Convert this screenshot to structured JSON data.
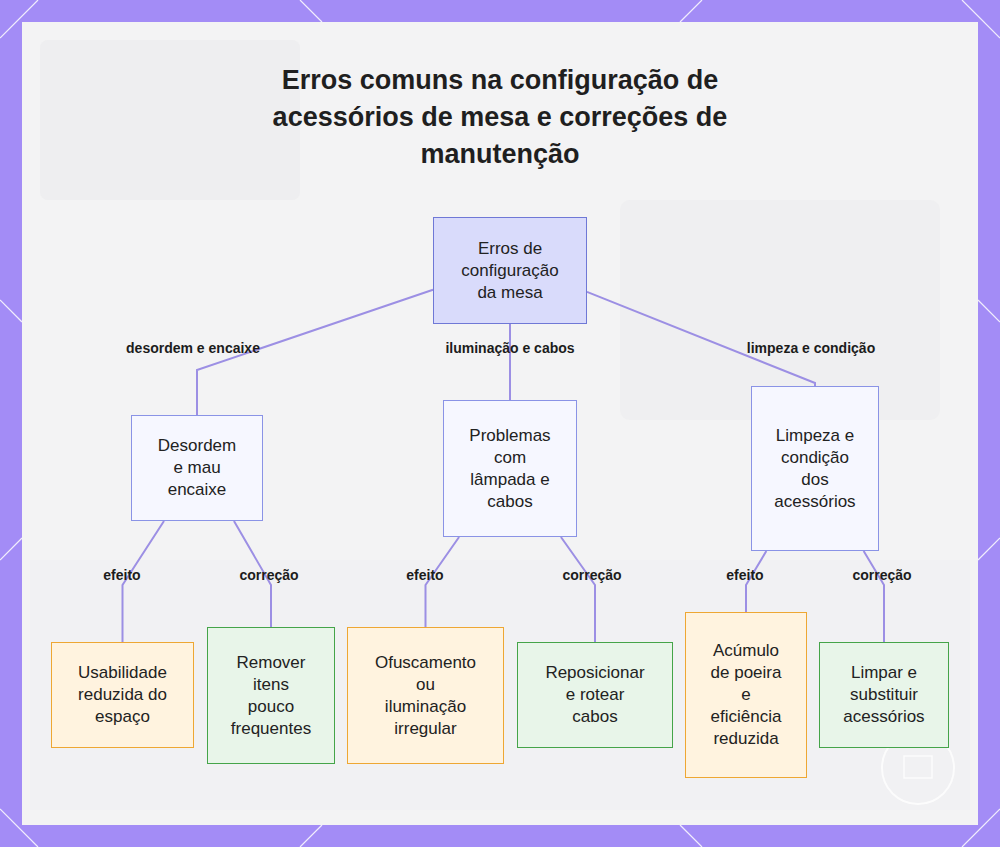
{
  "diagram": {
    "title": "Erros comuns na configuração de acessórios de mesa e correções de manutenção",
    "nodes": [
      {
        "text": [
          "Erros de configuração da mesa"
        ]
      },
      {
        "text": [
          "Desordem e mau encaixe"
        ]
      },
      {
        "text": [
          "Problemas com lâmpada e cabos"
        ]
      },
      {
        "text": [
          "Limpeza e condição dos acessórios"
        ]
      },
      {
        "text": [
          "Usabilidade reduzida do espaço"
        ]
      },
      {
        "text": [
          "Remover itens pouco frequentes"
        ]
      },
      {
        "text": [
          "Ofuscamento ou iluminação irregular"
        ]
      },
      {
        "text": [
          "Reposicionar e rotear cabos"
        ]
      },
      {
        "text": [
          "Acúmulo de poeira e eficiência reduzida"
        ]
      },
      {
        "text": [
          "Limpar e substituir acessórios"
        ]
      }
    ],
    "edges": [
      {
        "from": 0,
        "to": 1,
        "label": "desordem e encaixe",
        "arrow": "none"
      },
      {
        "from": 0,
        "to": 2,
        "label": "iluminação e cabos",
        "arrow": "none"
      },
      {
        "from": 0,
        "to": 3,
        "label": "limpeza e condição",
        "arrow": "none"
      },
      {
        "from": 1,
        "to": 4,
        "label": "efeito",
        "arrow": "none"
      },
      {
        "from": 1,
        "to": 5,
        "label": "correção",
        "arrow": "none"
      },
      {
        "from": 2,
        "to": 6,
        "label": "efeito",
        "arrow": "none"
      },
      {
        "from": 2,
        "to": 7,
        "label": "correção",
        "arrow": "none"
      },
      {
        "from": 3,
        "to": 8,
        "label": "efeito",
        "arrow": "none"
      },
      {
        "from": 3,
        "to": 9,
        "label": "correção",
        "arrow": "none"
      }
    ]
  }
}
